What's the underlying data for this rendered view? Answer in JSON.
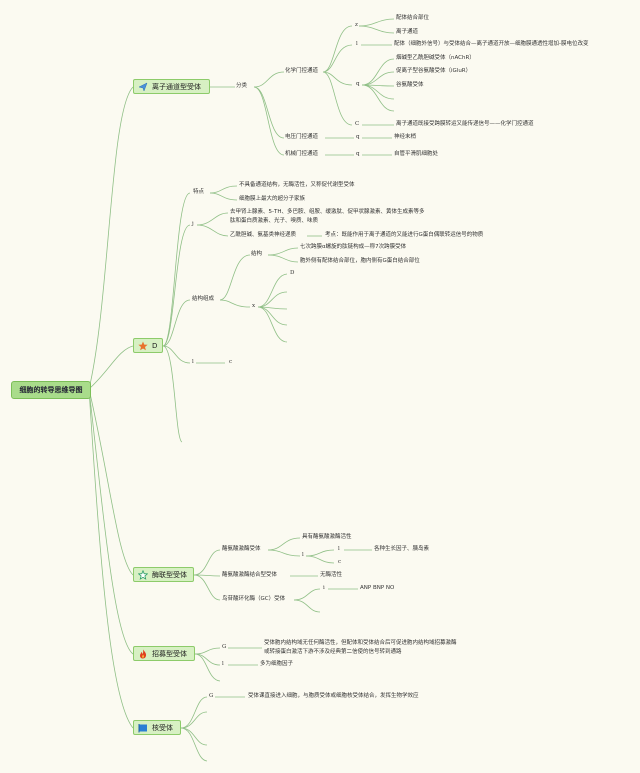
{
  "root": {
    "title": "细胞的转导思维导图"
  },
  "b1": {
    "label": "离子通道型受体",
    "icon": "paper-plane-icon",
    "fenlei": "分类",
    "huaxue": "化学门控通道",
    "z": "z",
    "peiti_site": "配体结合部位",
    "lizi_tongdao": "离子通道",
    "l": "l",
    "peiti_long": "配体（细胞外信号）与受体结合—离子通道开放—细胞膜通透性增加-膜电位改变",
    "q": "q",
    "ach": "烟碱型乙酰胆碱受体（nAChR）",
    "glu": "促离子型谷氨酸受体（iGluR）",
    "gu": "谷氨酸受体",
    "c": "C",
    "convert": "离子通道既接受跨膜转运又能传递信号——化学门控通道",
    "dianya": "电压门控通道",
    "dianya_q": "q",
    "shenjing": "神经末梢",
    "jixie": "机械门控通道",
    "jixie_q": "q",
    "neier": "自管平滑肌细胞处"
  },
  "b2": {
    "label": "D",
    "icon": "star-icon",
    "tedian": "特点",
    "td1": "不具备通道结构，无酶活性，又称促代谢型受体",
    "td2": "细胞膜上最大的超分子家族",
    "j": "j",
    "j1": "去甲肾上腺素、5-TH、多巴胺、组胺、缓激肽、促甲状腺激素、黄体生成素等多",
    "j2": "肽和蛋白质激素、光子、嗅质、味质",
    "j3": "乙酰胆碱、氨基类神经递质",
    "kaodian": "考点：既能作用于离子通道的又能进行G蛋白偶联转运信号的物质",
    "jiegou_zucheng": "结构组成",
    "jiegou": "结构",
    "jg1": "七次跨膜α螺旋的肽链构成—称7次跨膜受体",
    "jg2": "胞外侧有配体结合部位，胞内侧有G蛋白结合部位",
    "x": "x",
    "d": "D",
    "l": "l",
    "c": "c"
  },
  "b3": {
    "label": "酶联型受体",
    "icon": "star-outline-icon",
    "tyr": "酪氨酸激酶受体",
    "tyr1": "具有酪氨酸激酶活性",
    "l": "l",
    "l2": "l",
    "growth": "各种生长因子、胰岛素",
    "c": "c",
    "tyr_assoc": "酪氨酸激酶结合型受体",
    "no_act": "无酶活性",
    "gc": "鸟苷酸环化酶（GC）受体",
    "i": "i",
    "anp": "ANP BNP NO"
  },
  "b4": {
    "label": "招募型受体",
    "icon": "fire-icon",
    "g": "G",
    "g1": "受体胞内结构域无任何酶活性，但配体和受体结合后可促进胞内结构域招募激酶",
    "g2": "或转接蛋白激活下游不涉及经典第二信使的信号转到通路",
    "l": "l",
    "l1": "多为细胞因子"
  },
  "b5": {
    "label": "核受体",
    "icon": "flag-icon",
    "g": "G",
    "g1": "受体课直接进入细胞，与胞质受体或细胞核受体结合，发挥生物学效应"
  },
  "colors": {
    "line": "#8fbf86",
    "node_bg": "#d7f0c3",
    "root_bg": "#a9dc8b"
  }
}
